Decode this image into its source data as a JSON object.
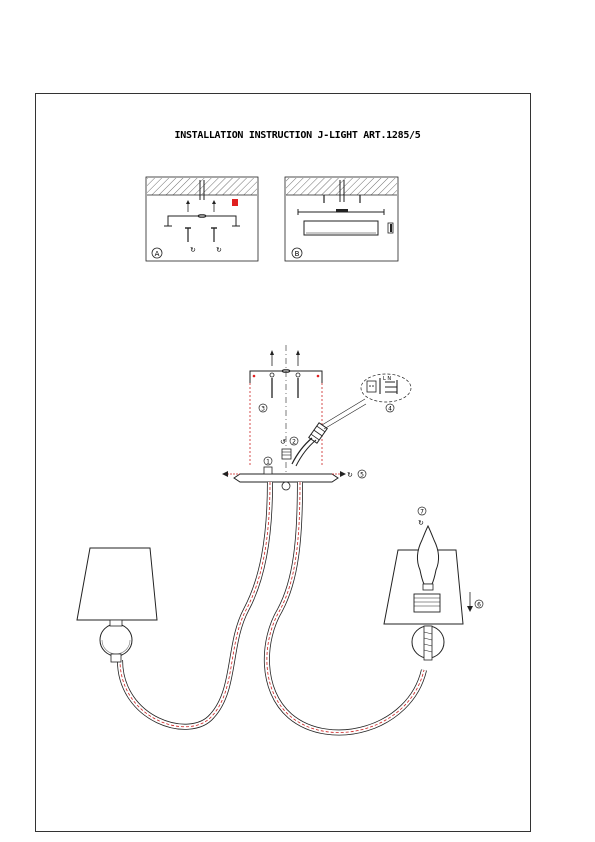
{
  "document": {
    "title": "INSTALLATION INSTRUCTION J-LIGHT ART.1285/5"
  },
  "step_labels": {
    "a": "A",
    "b": "B",
    "s1": "1",
    "s2": "2",
    "s3": "3",
    "s4": "4",
    "s5": "5",
    "s6": "6",
    "s7": "7"
  },
  "wire_colors_label": "L N",
  "colors": {
    "line": "#222222",
    "wire_red": "#cc2222",
    "accent_red": "#e02020"
  },
  "icons": [
    "screw-icon",
    "rotate-icon",
    "arrow-icon",
    "bulb-icon",
    "hatched-ceiling-icon"
  ]
}
